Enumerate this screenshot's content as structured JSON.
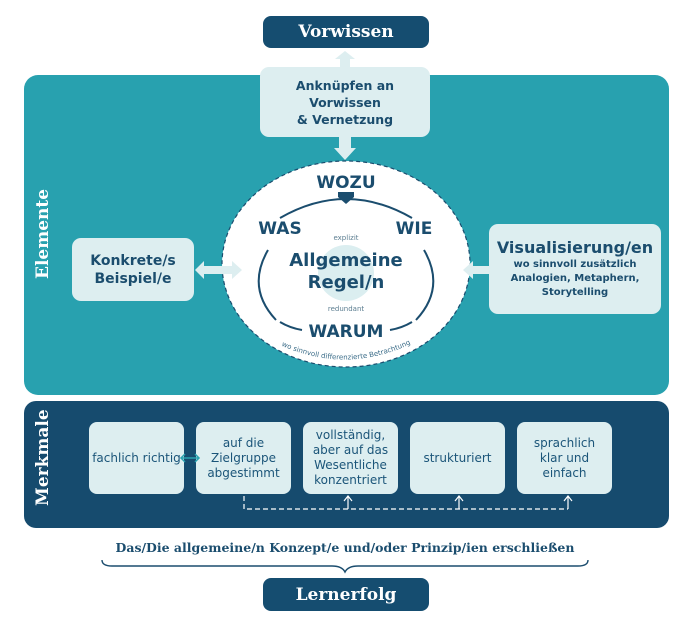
{
  "top": {
    "label": "Vorwissen"
  },
  "elemente": {
    "section_label": "Elemente",
    "anknuepfen": {
      "line1": "Anknüpfen an Vorwissen",
      "line2": "& Vernetzung"
    },
    "beispiel": {
      "line1": "Konkrete/s",
      "line2": "Beispiel/e"
    },
    "visualisierung": {
      "title": "Visualisierung/en",
      "line1": "wo sinnvoll zusätzlich",
      "line2": "Analogien, Metaphern,",
      "line3": "Storytelling"
    },
    "circle": {
      "wozu": "WOZU",
      "was": "WAS",
      "wie": "WIE",
      "warum": "WARUM",
      "explizit": "explizit",
      "center_line1": "Allgemeine",
      "center_line2": "Regel/n",
      "redundant": "redundant",
      "arc_text": "wo sinnvoll differenzierte Betrachtung"
    }
  },
  "merkmale": {
    "section_label": "Merkmale",
    "items": [
      {
        "lines": [
          "fachlich richtig"
        ]
      },
      {
        "lines": [
          "auf die",
          "Zielgruppe",
          "abgestimmt"
        ]
      },
      {
        "lines": [
          "vollständig,",
          "aber auf das",
          "Wesentliche",
          "konzentriert"
        ]
      },
      {
        "lines": [
          "strukturiert"
        ]
      },
      {
        "lines": [
          "sprachlich",
          "klar und",
          "einfach"
        ]
      }
    ]
  },
  "bottom": {
    "brace_text": "Das/Die allgemeine/n Konzept/e und/oder Prinzip/ien erschließen",
    "label": "Lernerfolg"
  },
  "colors": {
    "navy": "#154d70",
    "teal": "#28a1af",
    "light": "#ddeef0",
    "text_dark": "#1b4d6e"
  }
}
